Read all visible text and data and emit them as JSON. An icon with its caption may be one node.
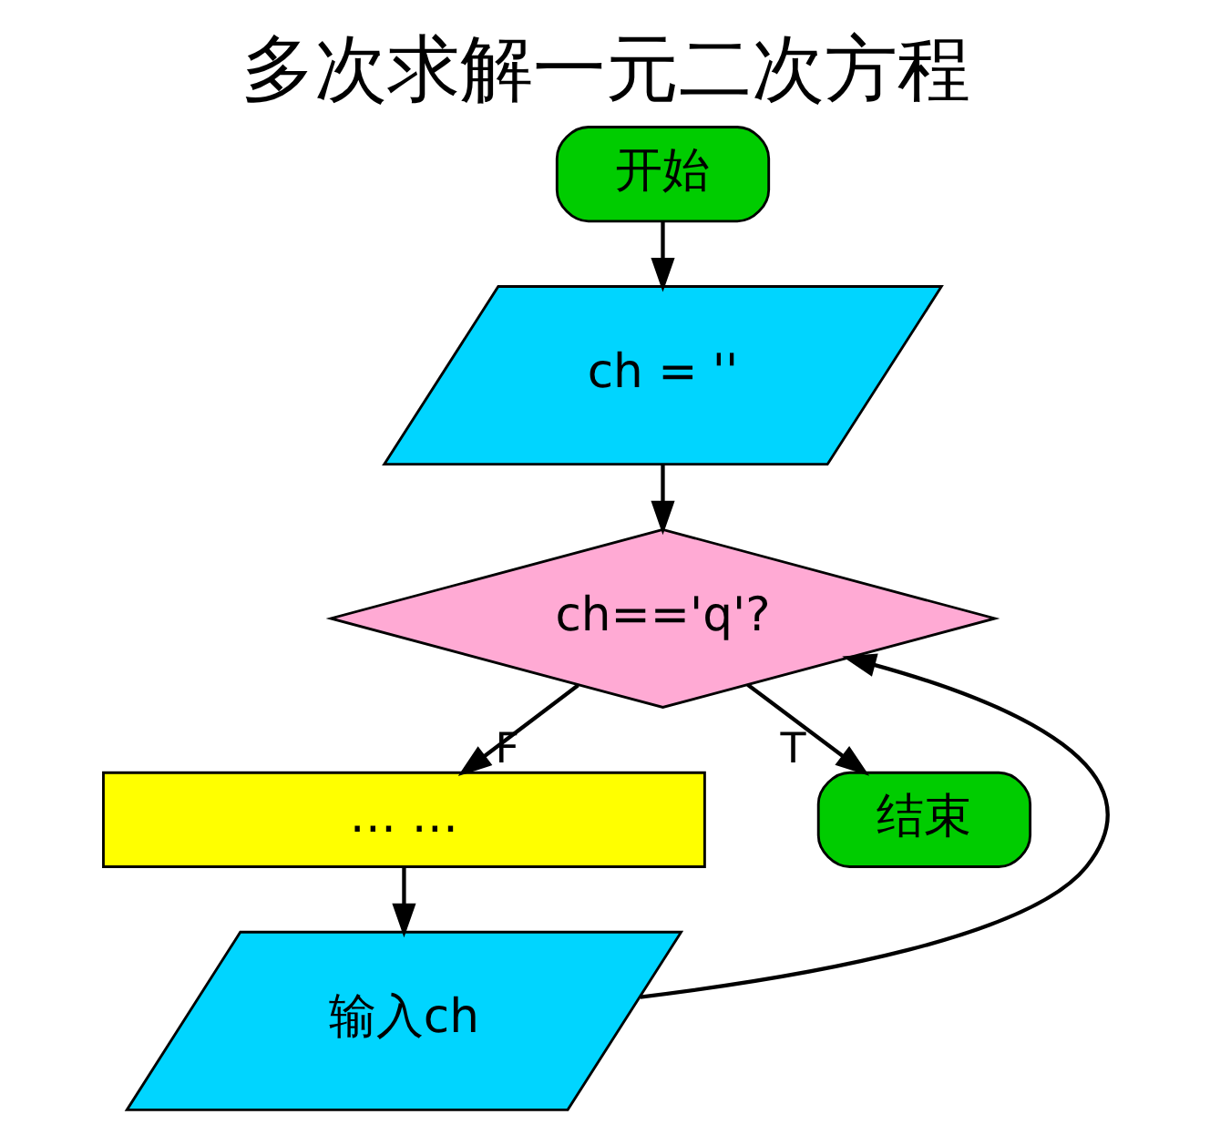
{
  "diagram": {
    "title": "多次求解一元二次方程",
    "nodes": [
      {
        "text": [
          "开始"
        ]
      },
      {
        "text": [
          "ch = ''"
        ]
      },
      {
        "text": [
          "ch=='q'?"
        ]
      },
      {
        "text": [
          "… …"
        ]
      },
      {
        "text": [
          "输入ch"
        ]
      },
      {
        "text": [
          "结束"
        ]
      }
    ],
    "edges": [
      {
        "from": 0,
        "to": 1,
        "arrow": "to"
      },
      {
        "from": 1,
        "to": 2,
        "arrow": "to"
      },
      {
        "from": 2,
        "to": 3,
        "arrow": "to",
        "label": "F"
      },
      {
        "from": 3,
        "to": 4,
        "arrow": "to"
      },
      {
        "from": 4,
        "to": 2,
        "arrow": "to"
      },
      {
        "from": 2,
        "to": 5,
        "arrow": "to",
        "label": "T"
      }
    ]
  }
}
